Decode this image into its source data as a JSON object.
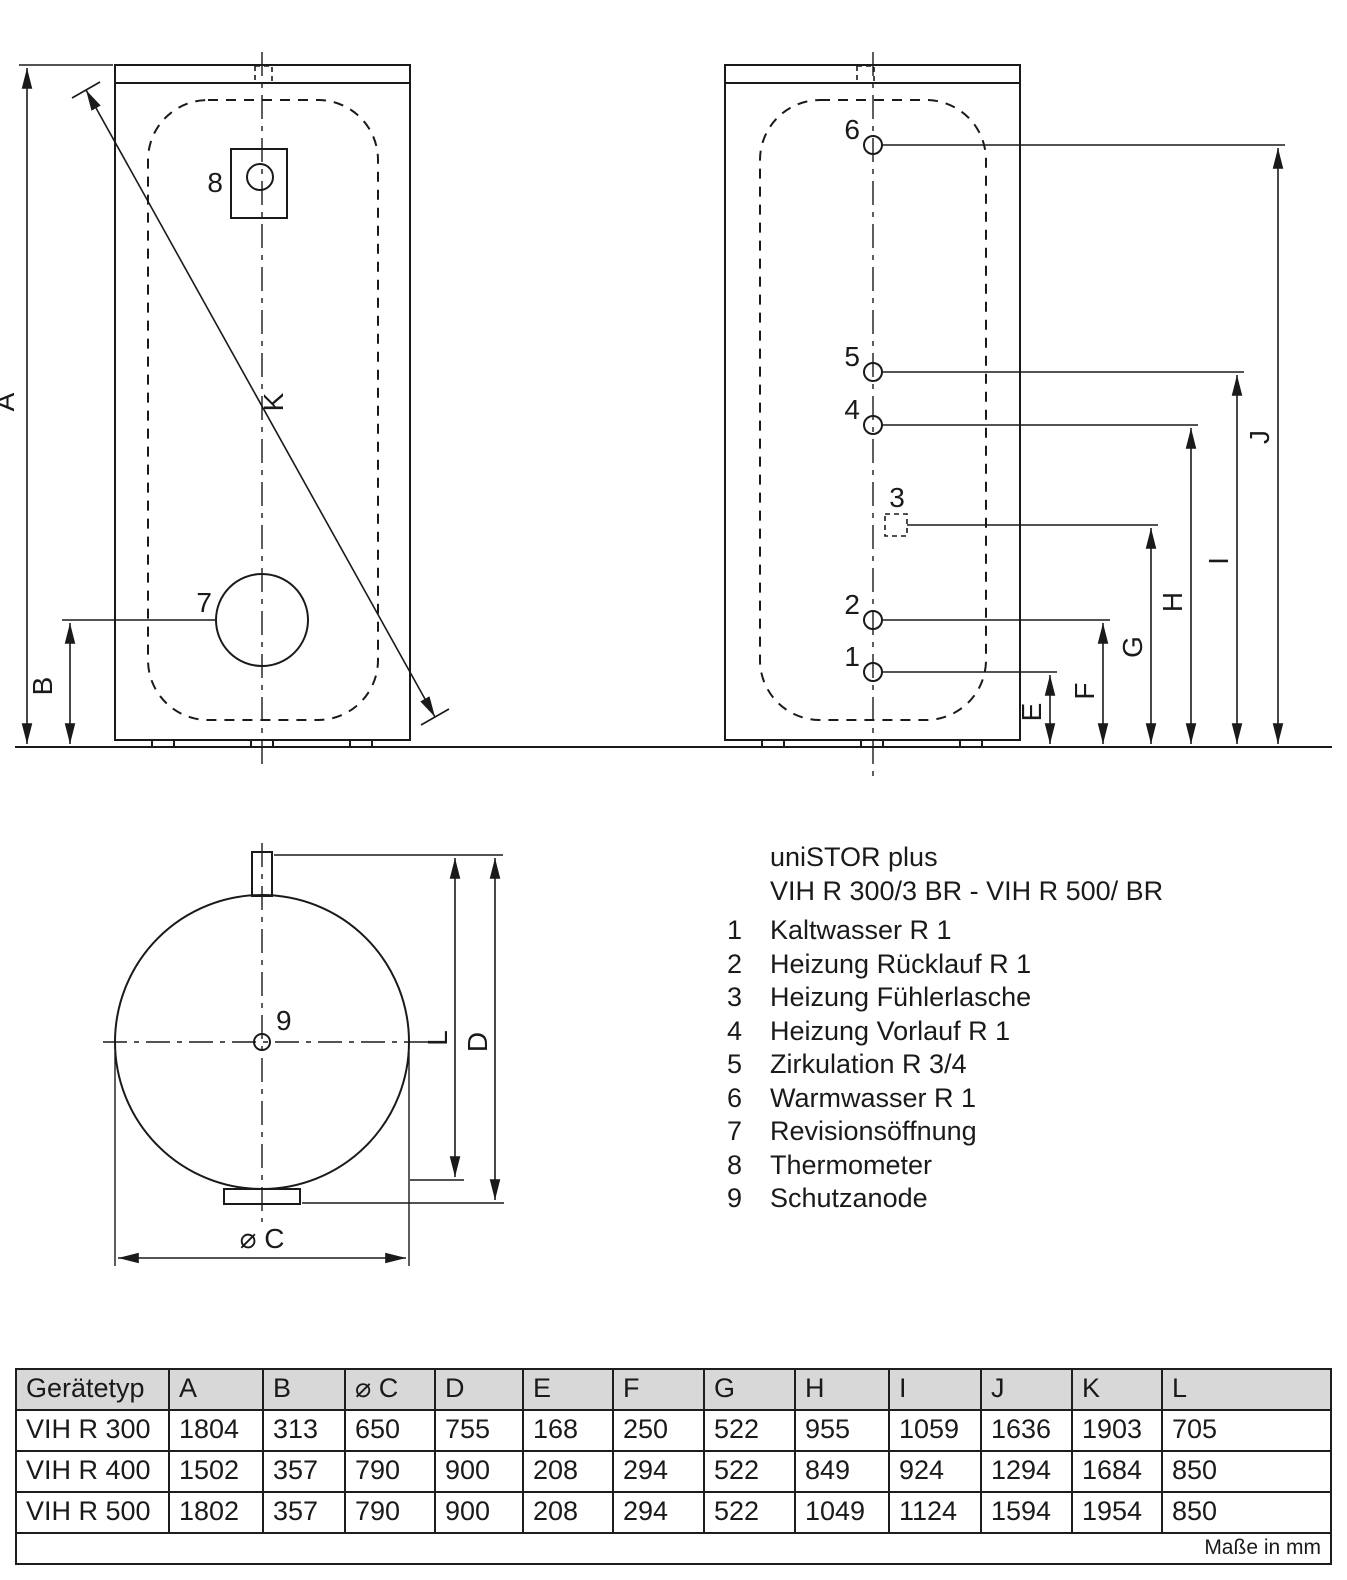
{
  "legend": {
    "title1": "uniSTOR plus",
    "title2": "VIH R 300/3 BR - VIH R 500/ BR",
    "items": [
      {
        "num": "1",
        "label": "Kaltwasser R 1"
      },
      {
        "num": "2",
        "label": "Heizung Rücklauf R 1"
      },
      {
        "num": "3",
        "label": "Heizung Fühlerlasche"
      },
      {
        "num": "4",
        "label": "Heizung Vorlauf R 1"
      },
      {
        "num": "5",
        "label": "Zirkulation R 3/4"
      },
      {
        "num": "6",
        "label": "Warmwasser R 1"
      },
      {
        "num": "7",
        "label": "Revisionsöffnung"
      },
      {
        "num": "8",
        "label": "Thermometer"
      },
      {
        "num": "9",
        "label": "Schutzanode"
      }
    ]
  },
  "diagram": {
    "front": {
      "dim_a": "A",
      "dim_b": "B",
      "dim_k": "K",
      "label_7": "7",
      "label_8": "8"
    },
    "side": {
      "label_1": "1",
      "label_2": "2",
      "label_3": "3",
      "label_4": "4",
      "label_5": "5",
      "label_6": "6",
      "dim_e": "E",
      "dim_f": "F",
      "dim_g": "G",
      "dim_h": "H",
      "dim_i": "I",
      "dim_j": "J"
    },
    "top": {
      "label_9": "9",
      "dim_l": "L",
      "dim_d": "D",
      "dim_c": "⌀ C"
    }
  },
  "table": {
    "headers": [
      "Gerätetyp",
      "A",
      "B",
      "⌀ C",
      "D",
      "E",
      "F",
      "G",
      "H",
      "I",
      "J",
      "K",
      "L"
    ],
    "rows": [
      [
        "VIH R 300",
        "1804",
        "313",
        "650",
        "755",
        "168",
        "250",
        "522",
        "955",
        "1059",
        "1636",
        "1903",
        "705"
      ],
      [
        "VIH R 400",
        "1502",
        "357",
        "790",
        "900",
        "208",
        "294",
        "522",
        "849",
        "924",
        "1294",
        "1684",
        "850"
      ],
      [
        "VIH R 500",
        "1802",
        "357",
        "790",
        "900",
        "208",
        "294",
        "522",
        "1049",
        "1124",
        "1594",
        "1954",
        "850"
      ]
    ],
    "footer": "Maße in mm"
  }
}
